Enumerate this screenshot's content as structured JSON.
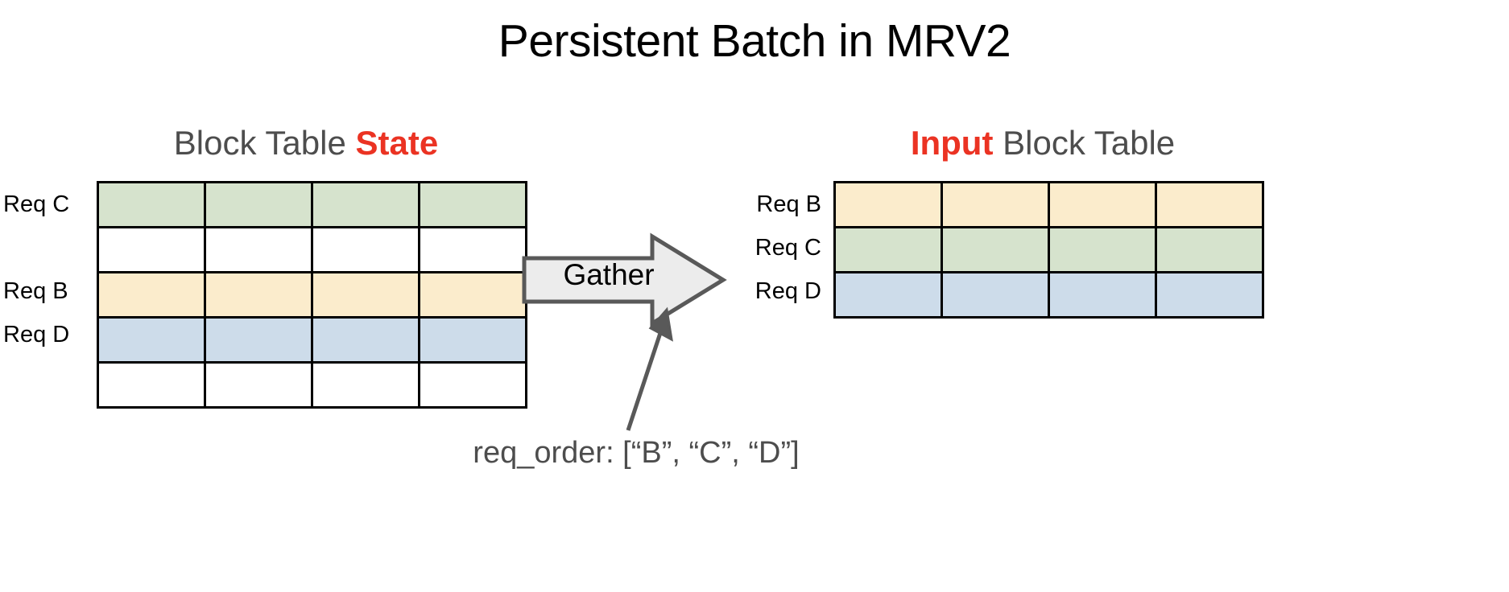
{
  "slide": {
    "title": "Persistent Batch in MRV2",
    "background_color": "#ffffff"
  },
  "colors": {
    "accent_red": "#eb3323",
    "heading_gray": "#4d4d4d",
    "text_black": "#000000",
    "green_cell": "#d6e3cd",
    "yellow_cell": "#fbeccc",
    "blue_cell": "#cddcea",
    "white_cell": "#ffffff",
    "grid_line": "#000000",
    "arrow_fill": "#ececec",
    "arrow_stroke": "#595959"
  },
  "left_panel": {
    "heading_prefix": "Block Table ",
    "heading_accent": "State",
    "heading_suffix": "",
    "columns": 4,
    "rows": [
      {
        "label": "Req C",
        "fill": "green"
      },
      {
        "label": "",
        "fill": "white"
      },
      {
        "label": "Req B",
        "fill": "yellow"
      },
      {
        "label": "Req D",
        "fill": "blue"
      },
      {
        "label": "",
        "fill": "white"
      }
    ]
  },
  "right_panel": {
    "heading_prefix": "",
    "heading_accent": "Input",
    "heading_suffix": " Block Table",
    "columns": 4,
    "rows": [
      {
        "label": "Req B",
        "fill": "yellow"
      },
      {
        "label": "Req C",
        "fill": "green"
      },
      {
        "label": "Req D",
        "fill": "blue"
      }
    ]
  },
  "gather": {
    "label": "Gather",
    "direction": "right"
  },
  "caption": {
    "text": "req_order: [“B”, “C”, “D”]",
    "pointer": "arrow-up-right"
  }
}
